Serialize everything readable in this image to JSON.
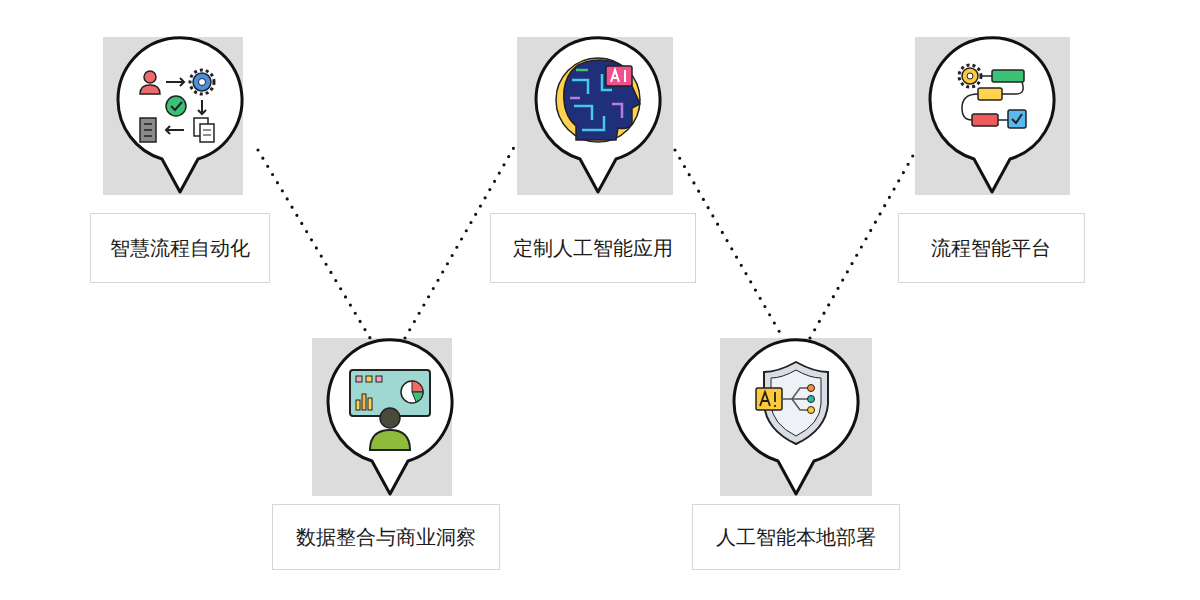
{
  "diagram": {
    "nodes": [
      {
        "text": [
          "智慧流程自动化"
        ]
      },
      {
        "text": [
          "数据整合与商业洞察"
        ]
      },
      {
        "text": [
          "定制人工智能应用"
        ]
      },
      {
        "text": [
          "人工智能本地部署"
        ]
      },
      {
        "text": [
          "流程智能平台"
        ]
      }
    ],
    "edges": [
      {
        "from": 0,
        "to": 1,
        "arrow": "none"
      },
      {
        "from": 1,
        "to": 2,
        "arrow": "none"
      },
      {
        "from": 2,
        "to": 3,
        "arrow": "none"
      },
      {
        "from": 3,
        "to": 4,
        "arrow": "none"
      }
    ]
  }
}
